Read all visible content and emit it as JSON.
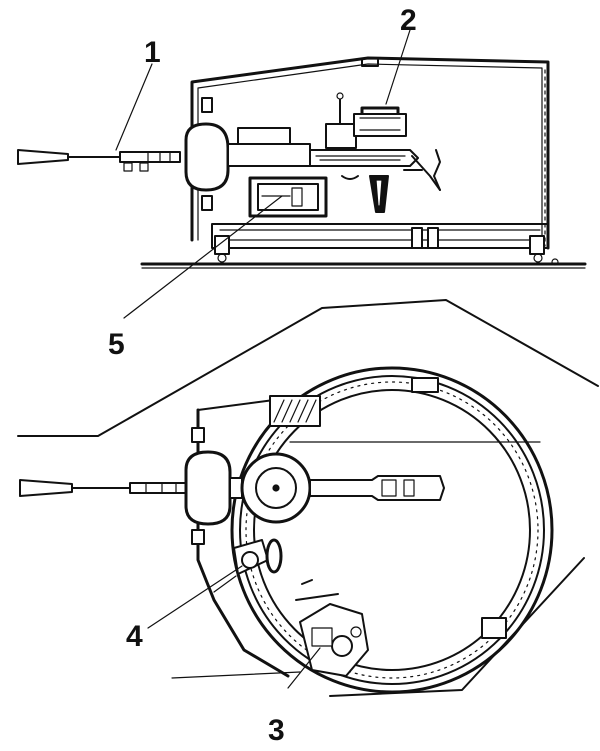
{
  "callouts": {
    "c1": "1",
    "c2": "2",
    "c3": "3",
    "c4": "4",
    "c5": "5"
  },
  "colors": {
    "ink": "#111111",
    "paper": "#ffffff"
  }
}
